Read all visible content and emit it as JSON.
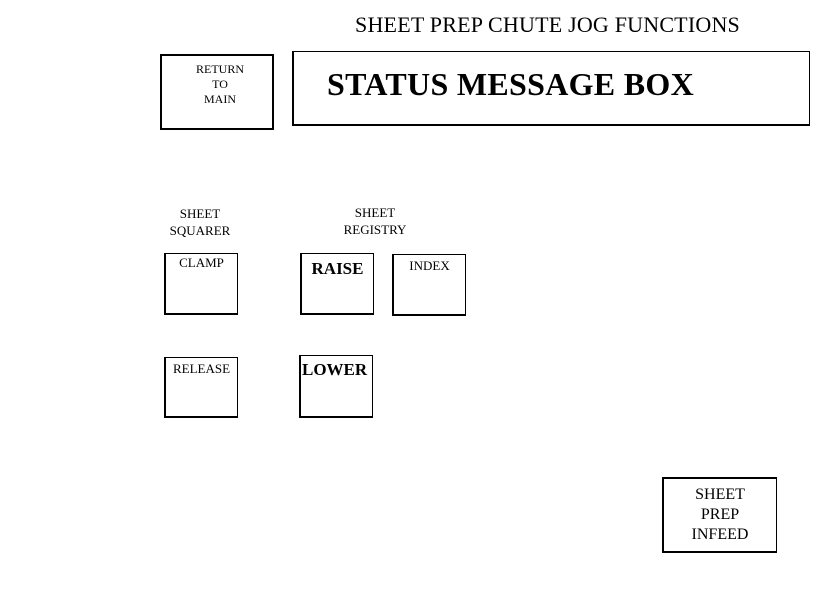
{
  "page": {
    "title": "SHEET PREP CHUTE JOG FUNCTIONS"
  },
  "nav": {
    "return_label": "RETURN\nTO\nMAIN"
  },
  "status": {
    "message": "STATUS MESSAGE BOX"
  },
  "sheet_squarer": {
    "label": "SHEET\nSQUARER",
    "clamp_label": "CLAMP",
    "release_label": "RELEASE"
  },
  "sheet_registry": {
    "label": "SHEET\nREGISTRY",
    "raise_label": "RAISE",
    "index_label": "INDEX",
    "lower_label": "LOWER"
  },
  "infeed": {
    "label": "SHEET\nPREP\nINFEED"
  }
}
